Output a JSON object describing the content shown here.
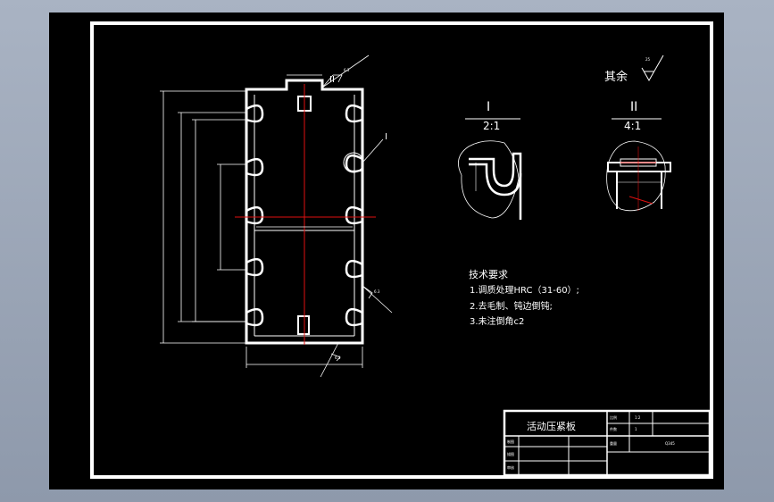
{
  "drawing": {
    "residual_roughness_label": "其余",
    "roughness_values": {
      "top_right": "25",
      "top_flange": "6.3",
      "side_face": "6.3",
      "bottom_face": "6.3"
    },
    "detail_I": {
      "mark": "I",
      "scale": "2:1",
      "leader_label": "I"
    },
    "detail_II": {
      "mark": "II",
      "scale": "4:1",
      "leader_label": "II"
    },
    "requirements": {
      "title": "技术要求",
      "items": [
        "1.调质处理HRC（31-60）;",
        "2.去毛制、钝边倒钝;",
        "3.未注倒角c2"
      ]
    },
    "title_block": {
      "part_name": "活动压紧板",
      "row_labels": [
        "制图",
        "描图",
        "审核"
      ],
      "ratio_label": "比例",
      "ratio_value": "1:2",
      "qty_label": "件数",
      "qty_value": "1",
      "weight_label": "重量",
      "material_value": "Q345"
    }
  }
}
